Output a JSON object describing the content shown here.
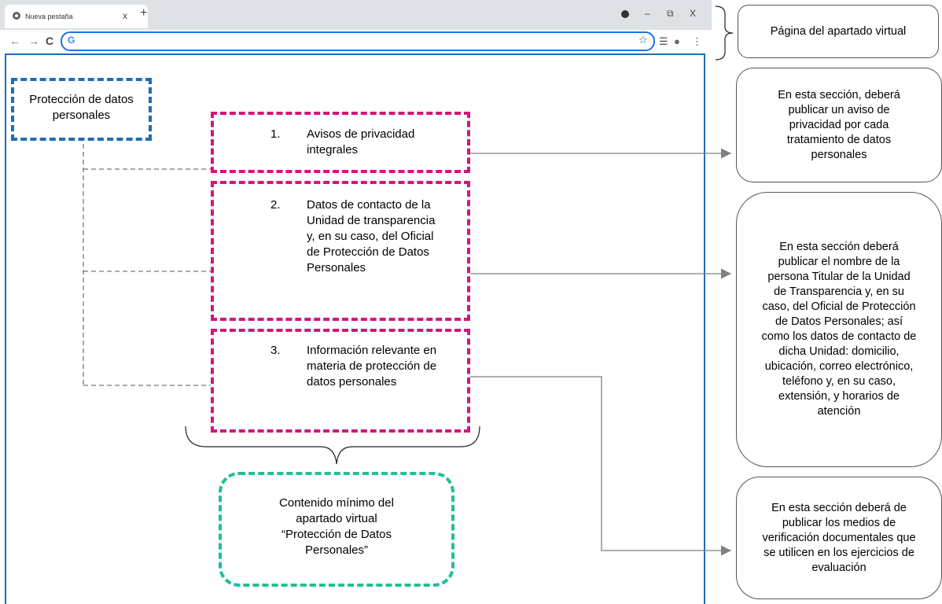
{
  "browser": {
    "tab_title": "Nueva pestaña",
    "tab_close": "x",
    "new_tab": "+",
    "minimize": "–",
    "maximize": "⧉",
    "close": "X",
    "back": "←",
    "forward": "→",
    "reload": "C",
    "google_mark": "G",
    "bookmark": "☆",
    "reading_list": "☰",
    "profile": "●",
    "menu": "⋮",
    "address_value": ""
  },
  "diagram": {
    "root_label": "Protección de datos personales",
    "sections": [
      {
        "number": "1.",
        "label": "Avisos de privacidad integrales"
      },
      {
        "number": "2.",
        "label": "Datos de contacto de la Unidad de transparencia y, en su caso, del Oficial de Protección de Datos Personales"
      },
      {
        "number": "3.",
        "label": "Información relevante en materia de protección de datos personales"
      }
    ],
    "summary_label": "Contenido mínimo del apartado virtual “Protección de Datos Personales”",
    "page_label": "Página del apartado virtual",
    "notes": [
      "En esta sección, deberá publicar un aviso de privacidad por cada tratamiento de datos personales",
      "En esta sección deberá publicar el nombre de la persona Titular de la Unidad de Transparencia y, en su caso, del Oficial de Protección de Datos Personales; así como los datos de contacto de dicha Unidad: domicilio, ubicación, correo electrónico, teléfono y, en su caso, extensión, y horarios de atención",
      "En esta sección deberá de publicar los medios de verificación documentales que se utilicen en los ejercicios de evaluación"
    ]
  },
  "colors": {
    "blue_accent": "#1f6db5",
    "pink_accent": "#d0177a",
    "green_accent": "#1fbf9a",
    "connector": "#808080"
  }
}
